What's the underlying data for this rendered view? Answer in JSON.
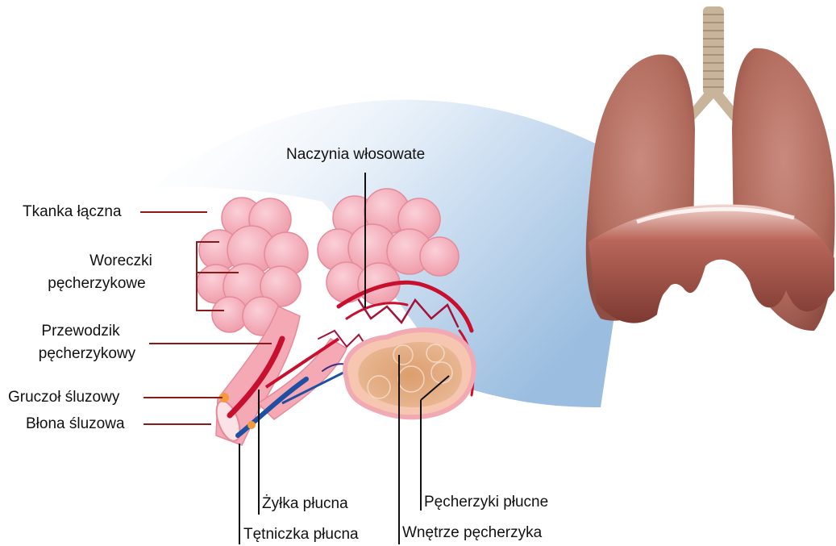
{
  "labels": {
    "capillaries": "Naczynia włosowate",
    "connective_tissue": "Tkanka łączna",
    "alveolar_sacs_line1": "Woreczki",
    "alveolar_sacs_line2": "pęcherzykowe",
    "alveolar_duct_line1": "Przewodzik",
    "alveolar_duct_line2": "pęcherzykowy",
    "mucous_gland": "Gruczoł śluzowy",
    "mucous_membrane": "Błona śluzowa",
    "pulmonary_venule": "Żyłka płucna",
    "pulmonary_arteriole": "Tętniczka płucna",
    "alveoli": "Pęcherzyki płucne",
    "alveolus_interior": "Wnętrze pęcherzyka"
  },
  "colors": {
    "leader_line_red": "#8b1a1a",
    "leader_line_black": "#111111",
    "alveoli_pink": "#f4a9b5",
    "artery_red": "#c8102e",
    "vein_blue": "#1f4fa3",
    "lung_tissue": "#b56a5c",
    "diaphragm": "#9a4f45",
    "trachea": "#c8b49a",
    "zoom_cone_blue": "#8fb6dc"
  }
}
